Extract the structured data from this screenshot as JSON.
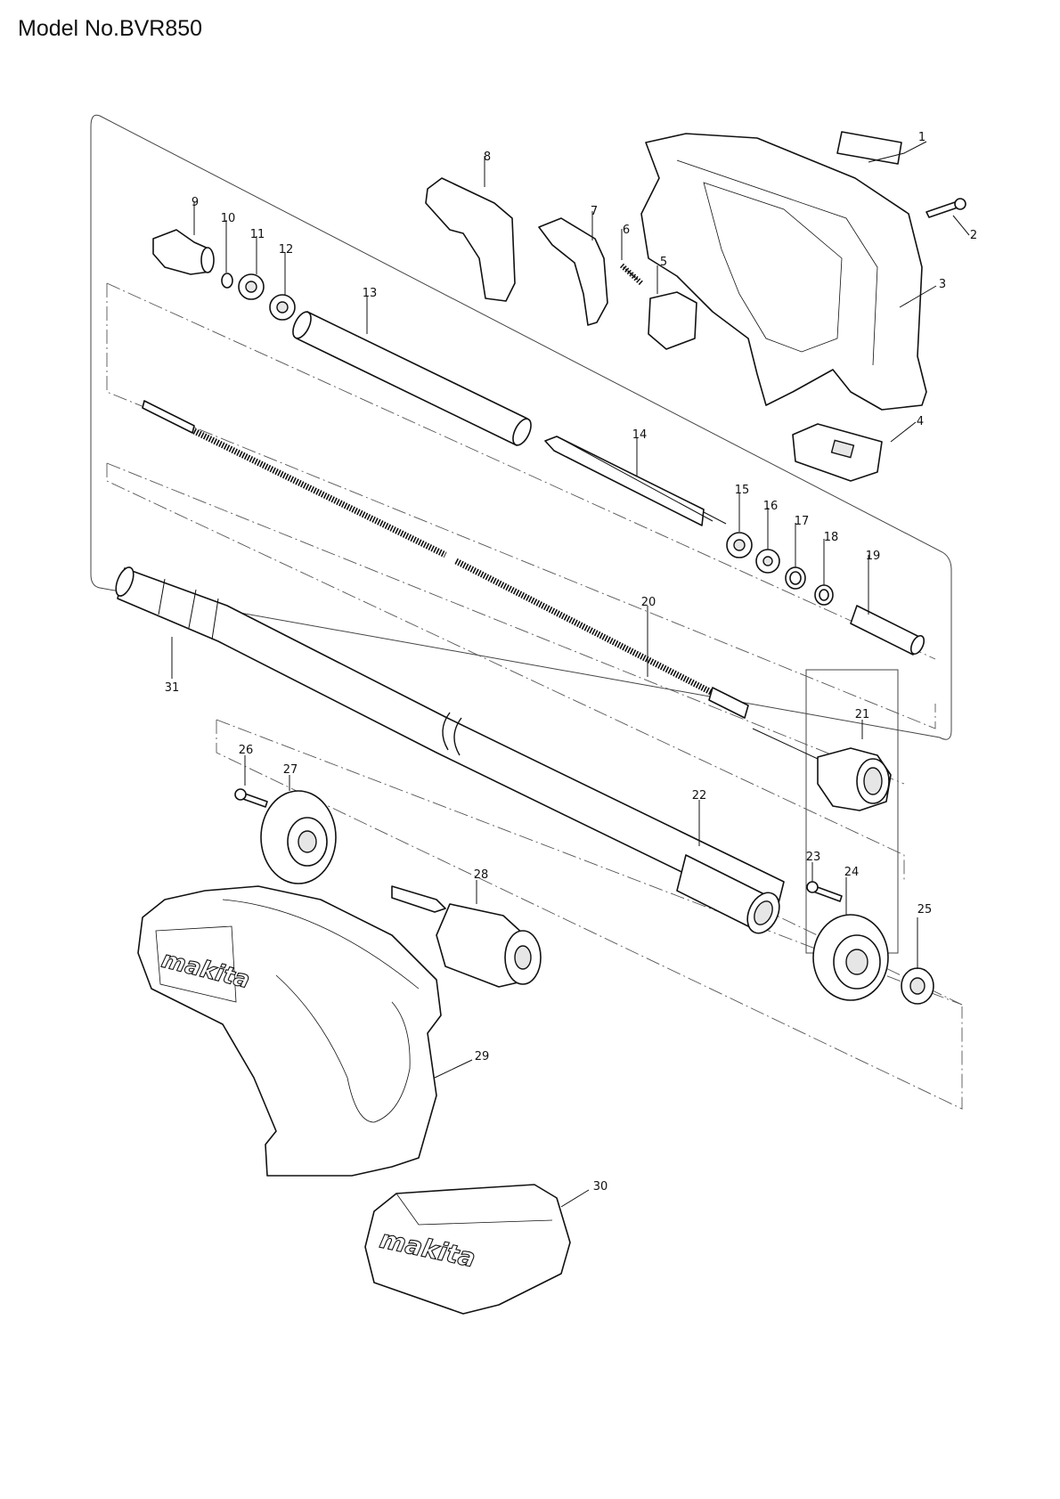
{
  "title": "Model No.BVR850",
  "parts": [
    {
      "number": "1"
    },
    {
      "number": "2"
    },
    {
      "number": "3"
    },
    {
      "number": "4"
    },
    {
      "number": "5"
    },
    {
      "number": "6"
    },
    {
      "number": "7"
    },
    {
      "number": "8"
    },
    {
      "number": "9"
    },
    {
      "number": "10"
    },
    {
      "number": "11"
    },
    {
      "number": "12"
    },
    {
      "number": "13"
    },
    {
      "number": "14"
    },
    {
      "number": "15"
    },
    {
      "number": "16"
    },
    {
      "number": "17"
    },
    {
      "number": "18"
    },
    {
      "number": "19"
    },
    {
      "number": "20"
    },
    {
      "number": "21"
    },
    {
      "number": "22"
    },
    {
      "number": "23"
    },
    {
      "number": "24"
    },
    {
      "number": "25"
    },
    {
      "number": "26"
    },
    {
      "number": "27"
    },
    {
      "number": "28"
    },
    {
      "number": "29"
    },
    {
      "number": "30"
    },
    {
      "number": "31"
    }
  ],
  "brand_marks": [
    "makita",
    "makita"
  ]
}
